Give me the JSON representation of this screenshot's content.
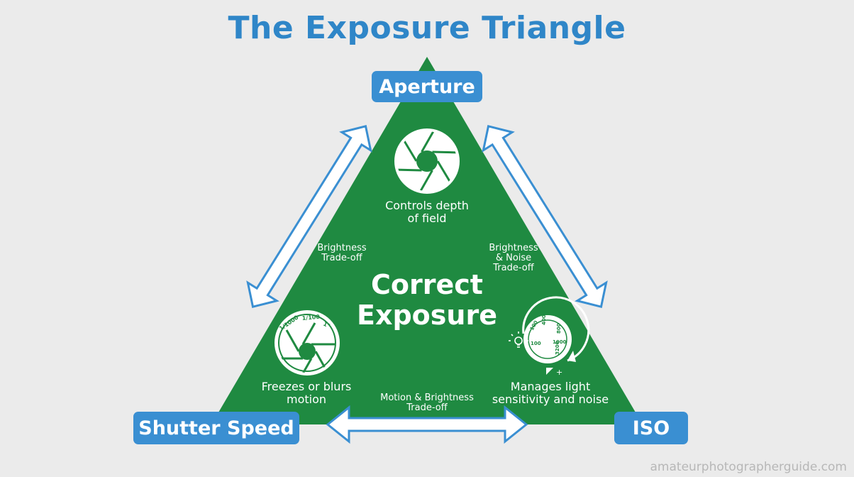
{
  "title": "The Exposure Triangle",
  "nodes": {
    "aperture": "Aperture",
    "shutter_speed": "Shutter Speed",
    "iso": "ISO"
  },
  "center": {
    "line1": "Correct",
    "line2": "Exposure"
  },
  "descriptions": {
    "aperture": [
      "Controls depth",
      "of field"
    ],
    "shutter_speed": [
      "Freezes or blurs",
      "motion"
    ],
    "iso": [
      "Manages light",
      "sensitivity and noise"
    ]
  },
  "tradeoffs": {
    "aperture_shutter": [
      "Brightness",
      "Trade-off"
    ],
    "aperture_iso": [
      "Brightness",
      "& Noise",
      "Trade-off"
    ],
    "shutter_iso": [
      "Motion & Brightness",
      "Trade-off"
    ]
  },
  "shutter_dial_labels": [
    "1/1000",
    "1/100",
    "1\""
  ],
  "iso_dial_labels": [
    "100",
    "400",
    "1000",
    "800",
    "100",
    "3200"
  ],
  "watermark": "amateurphotographerguide.com",
  "colors": {
    "background": "#ebebeb",
    "title": "#2f86c8",
    "node": "#3a8fd2",
    "triangle": "#1f8a41",
    "arrow_outline": "#3a8fd2",
    "arrow_fill": "#ffffff"
  },
  "icons": {
    "aperture": "aperture-icon",
    "shutter": "shutter-dial-icon",
    "iso": "iso-dial-icon",
    "bulb": "lightbulb-icon",
    "exposure_comp": "exposure-compensation-icon"
  }
}
